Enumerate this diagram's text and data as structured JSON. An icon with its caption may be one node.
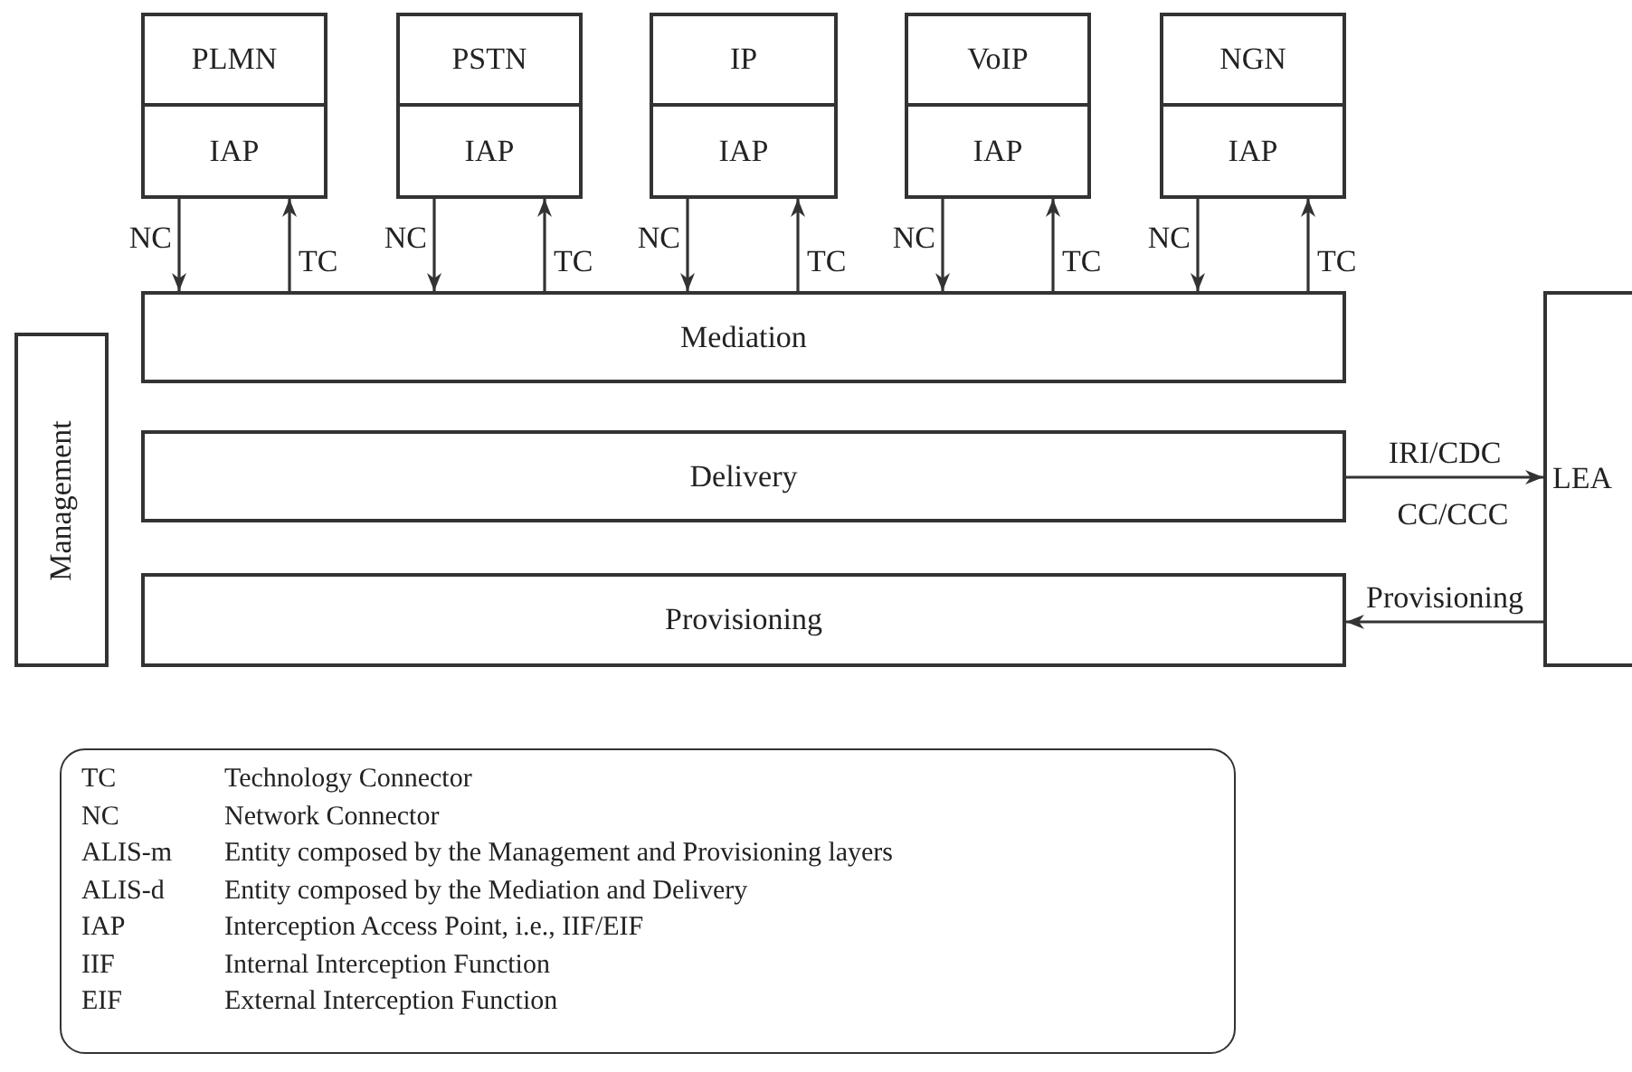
{
  "diagram": {
    "nodes": [
      {
        "text": [
          "PLMN"
        ]
      },
      {
        "text": [
          "IAP"
        ],
        "in": 0
      },
      {
        "text": [
          "PSTN"
        ]
      },
      {
        "text": [
          "IAP"
        ],
        "in": 2
      },
      {
        "text": [
          "IP"
        ]
      },
      {
        "text": [
          "IAP"
        ],
        "in": 4
      },
      {
        "text": [
          "VoIP"
        ]
      },
      {
        "text": [
          "IAP"
        ],
        "in": 6
      },
      {
        "text": [
          "NGN"
        ]
      },
      {
        "text": [
          "IAP"
        ],
        "in": 8
      },
      {
        "text": [
          "Management"
        ]
      },
      {
        "text": [
          "Mediation"
        ]
      },
      {
        "text": [
          "Delivery"
        ]
      },
      {
        "text": [
          "Provisioning"
        ]
      },
      {
        "text": [
          "LEA"
        ]
      }
    ],
    "edges": [
      {
        "from": 1,
        "to": 11,
        "arrow": "to",
        "label": "NC"
      },
      {
        "from": 11,
        "to": 1,
        "arrow": "to",
        "label": "TC"
      },
      {
        "from": 3,
        "to": 11,
        "arrow": "to",
        "label": "NC"
      },
      {
        "from": 11,
        "to": 3,
        "arrow": "to",
        "label": "TC"
      },
      {
        "from": 5,
        "to": 11,
        "arrow": "to",
        "label": "NC"
      },
      {
        "from": 11,
        "to": 5,
        "arrow": "to",
        "label": "TC"
      },
      {
        "from": 7,
        "to": 11,
        "arrow": "to",
        "label": "NC"
      },
      {
        "from": 11,
        "to": 7,
        "arrow": "to",
        "label": "TC"
      },
      {
        "from": 9,
        "to": 11,
        "arrow": "to",
        "label": "NC"
      },
      {
        "from": 11,
        "to": 9,
        "arrow": "to",
        "label": "TC"
      },
      {
        "from": 12,
        "to": 14,
        "arrow": "to",
        "label": "IRI/CDC"
      },
      {
        "from": 14,
        "to": 13,
        "arrow": "to",
        "label": "Provisioning"
      }
    ],
    "labels": [
      "CC/CCC",
      "TC",
      "Technology Connector",
      "NC",
      "Network Connector",
      "ALIS-m",
      "Entity composed by the Management and Provisioning layers",
      "ALIS-d",
      "Entity composed by the Mediation and Delivery",
      "IAP",
      "Interception Access Point, i.e., IIF/EIF",
      "IIF",
      "Internal Interception Function",
      "EIF",
      "External Interception Function"
    ]
  }
}
